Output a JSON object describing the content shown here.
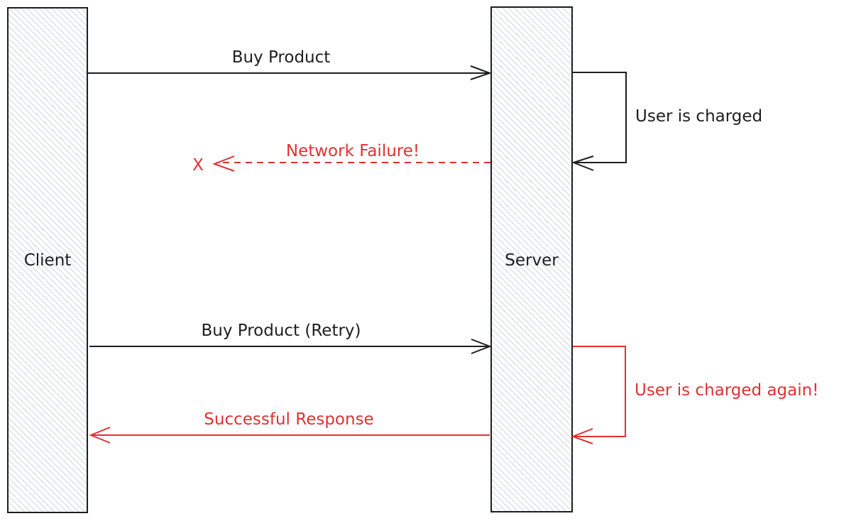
{
  "diagram": {
    "type": "sequence",
    "colors": {
      "ink": "#1e1e1e",
      "error": "#e03131",
      "lifeline_fill": "#ced4da"
    },
    "participants": [
      {
        "id": "client",
        "label": "Client"
      },
      {
        "id": "server",
        "label": "Server"
      }
    ],
    "messages": [
      {
        "id": "buy",
        "from": "client",
        "to": "server",
        "label": "Buy Product",
        "style": "solid",
        "color": "ink"
      },
      {
        "id": "failure",
        "from": "server",
        "to": "client",
        "label": "Network Failure!",
        "style": "dashed",
        "color": "error",
        "terminator": "X"
      },
      {
        "id": "retry",
        "from": "client",
        "to": "server",
        "label": "Buy Product (Retry)",
        "style": "solid",
        "color": "ink"
      },
      {
        "id": "success",
        "from": "server",
        "to": "client",
        "label": "Successful Response",
        "style": "solid",
        "color": "error"
      }
    ],
    "self_loops": [
      {
        "id": "charged",
        "on": "server",
        "label": "User is charged",
        "color": "ink"
      },
      {
        "id": "charged_again",
        "on": "server",
        "label": "User is charged again!",
        "color": "error"
      }
    ]
  }
}
